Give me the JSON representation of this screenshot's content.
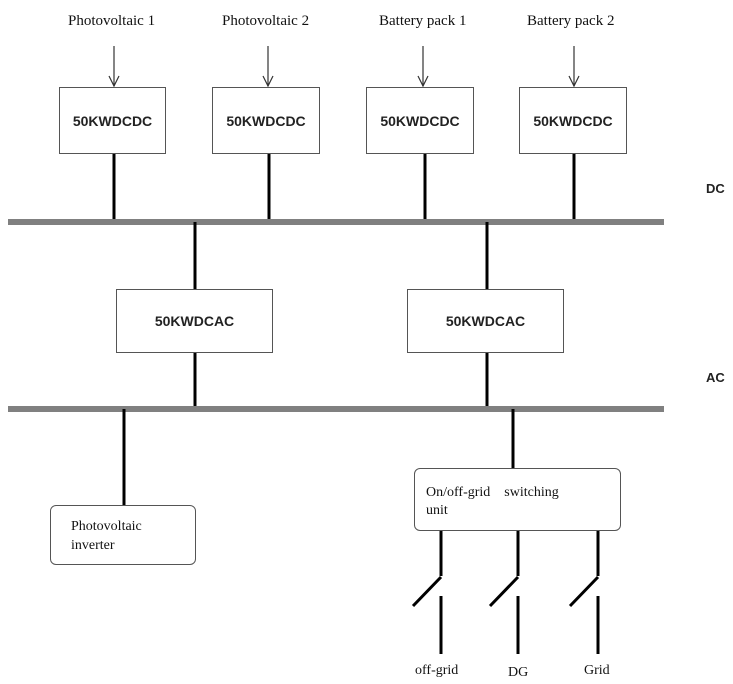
{
  "sources": [
    {
      "label": "Photovoltaic 1"
    },
    {
      "label": "Photovoltaic 2"
    },
    {
      "label": "Battery pack 1"
    },
    {
      "label": "Battery pack 2"
    }
  ],
  "dcdc_boxes": [
    {
      "label": "50KWDCDC"
    },
    {
      "label": "50KWDCDC"
    },
    {
      "label": "50KWDCDC"
    },
    {
      "label": "50KWDCDC"
    }
  ],
  "dcac_boxes": [
    {
      "label": "50KWDCAC"
    },
    {
      "label": "50KWDCAC"
    }
  ],
  "buses": {
    "dc_label": "DC",
    "ac_label": "AC"
  },
  "pv_inverter": {
    "line1": "Photovoltaic",
    "line2": "inverter"
  },
  "switching_unit": {
    "line1": "On/off-grid    switching",
    "line2": "unit"
  },
  "outputs": [
    {
      "label": "off-grid"
    },
    {
      "label": "DG"
    },
    {
      "label": "Grid"
    }
  ],
  "colors": {
    "bus": "#808080",
    "line": "#000000",
    "box_border": "#555555"
  }
}
